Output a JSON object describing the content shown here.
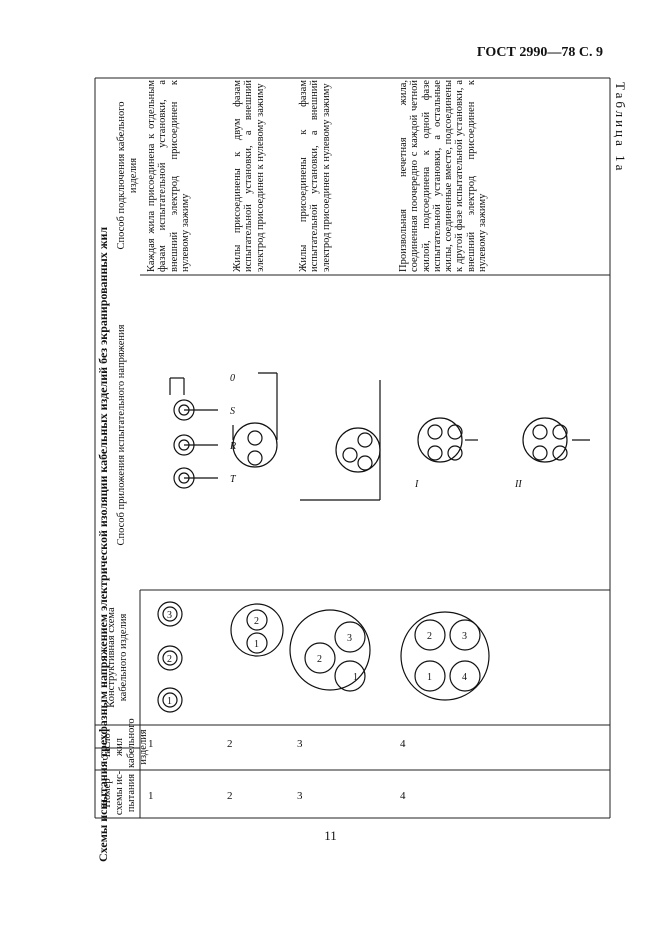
{
  "page": {
    "header": "ГОСТ 2990—78 С. 9",
    "page_number": "11",
    "table_label": "Таблица 1а",
    "caption": "Схемы испытания трехфазным напряжением электрической изоляции кабельных изделий без экранированных жил"
  },
  "columns": {
    "scheme_number": "Номер схемы ис- пытания",
    "cores": "Число жил кабельного изделия",
    "design": "Конструктивная схема кабельного изделия",
    "voltage": "Способ приложения испытательного напряжения",
    "connection": "Способ подключения кабельного изделия"
  },
  "rows": [
    {
      "scheme": "1",
      "cores": "1",
      "connection": "Каждая жила присоединена к отдельным фазам испытательной установки, а внешний электрод присоединен к нулевому зажиму"
    },
    {
      "scheme": "2",
      "cores": "2",
      "connection": "Жилы присоединены к двум фазам испытательной установки, а внешний электрод присоединен к нулевому зажиму"
    },
    {
      "scheme": "3",
      "cores": "3",
      "connection": "Жилы присоединены к фазам испытательной установки, а внешний электрод присоединен к нулевому зажиму"
    },
    {
      "scheme": "4",
      "cores": "4",
      "connection": "Произвольная нечетная жила, соединенная поочередно с каждой четной жилой, подсоединена к одной фазе испытательной установки, а остальные жилы, соединенные вместе, подсоединены к другой фазе испытательной установки, а внешний электрод присоединен к нулевому зажиму"
    }
  ],
  "diagram_labels": {
    "phases": [
      "T",
      "R",
      "S",
      "0"
    ],
    "stage1": "I",
    "stage2": "II",
    "cores": [
      "1",
      "2",
      "3",
      "4"
    ]
  }
}
